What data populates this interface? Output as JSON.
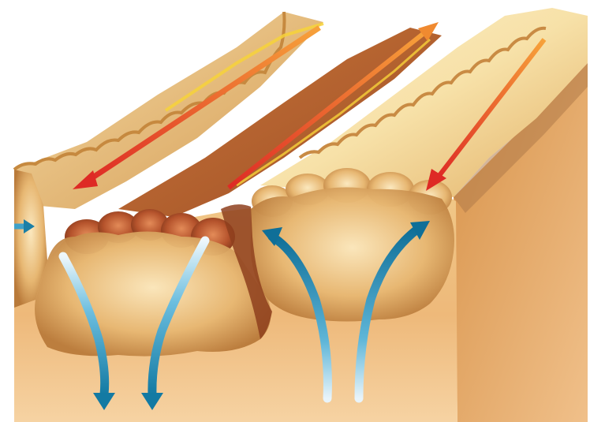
{
  "diagram": {
    "colors": {
      "background": "#ffffff",
      "block_face_light": "#f3d49c",
      "block_face_dark": "#c8893f",
      "ridge_top": "#e9b86c",
      "trough_fill": "#b9632b",
      "surface_flow_arrow": "#e0302a",
      "ascending_flow_arrow": "#1b7fa6",
      "descending_flow_arrow": "#3fa1c8",
      "highlight_yellow": "#f7d23a"
    },
    "icons": {
      "surface_flow": "red-arrow",
      "ascending_flow": "blue-arrow-up",
      "descending_flow": "blue-arrow-down"
    }
  }
}
